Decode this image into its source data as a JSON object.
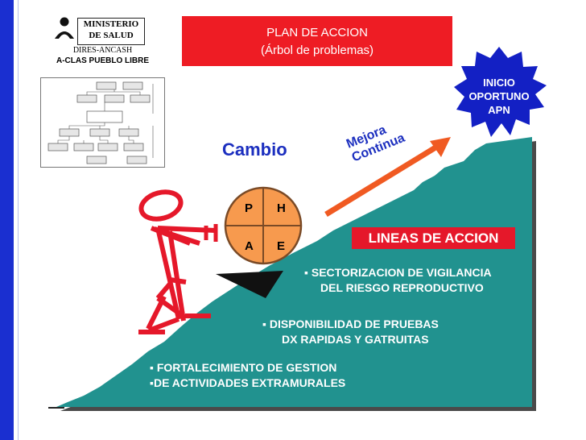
{
  "logo": {
    "ministry_line1": "MINISTERIO",
    "ministry_line2": "DE SALUD",
    "sub1": "DIRES-ANCASH",
    "sub2": "A-CLAS PUEBLO LIBRE"
  },
  "title": {
    "line1": "PLAN DE ACCION",
    "line2": "(Árbol de problemas)"
  },
  "badge": {
    "line1": "INICIO",
    "line2": "OPORTUNO",
    "line3": "APN"
  },
  "cambio_label": "Cambio",
  "mejora": {
    "line1": "Mejora",
    "line2": "Continua"
  },
  "pdca": {
    "p": "P",
    "h": "H",
    "a": "A",
    "e": "E"
  },
  "lineas_label": "LINEAS DE ACCION",
  "bullets": [
    {
      "line1": "SECTORIZACION DE VIGILANCIA",
      "line2": "DEL RIESGO REPRODUCTIVO"
    },
    {
      "line1": "DISPONIBILIDAD DE PRUEBAS",
      "line2": "DX RAPIDAS Y GATRUITAS"
    },
    {
      "line1": "FORTALECIMIENTO DE GESTION",
      "line2": "DE  ACTIVIDADES EXTRAMURALES"
    }
  ],
  "colors": {
    "teal_slope": "#21928f",
    "accent_red": "#e5182a",
    "title_red": "#ee1c24",
    "blue_text": "#1c2fbf",
    "badge_blue": "#1320c4",
    "arrow_orange": "#f05a22"
  }
}
